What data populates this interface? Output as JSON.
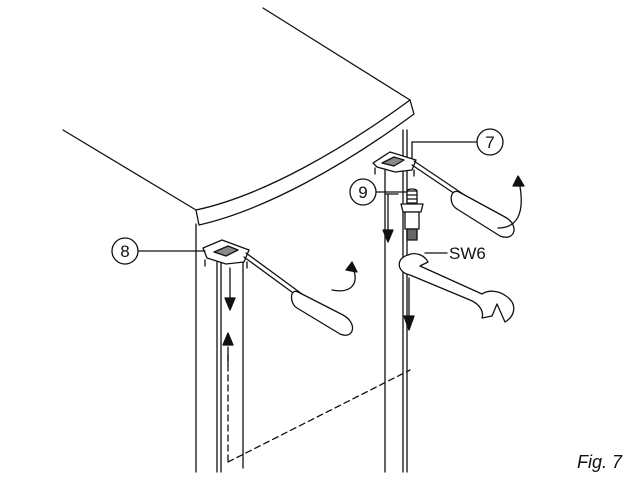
{
  "callouts": {
    "c7": "7",
    "c8": "8",
    "c9": "9"
  },
  "wrench_label": "SW6",
  "figure_label": "Fig. 7",
  "colors": {
    "line": "#111111",
    "grip": "#ffffff",
    "background": "#ffffff"
  }
}
